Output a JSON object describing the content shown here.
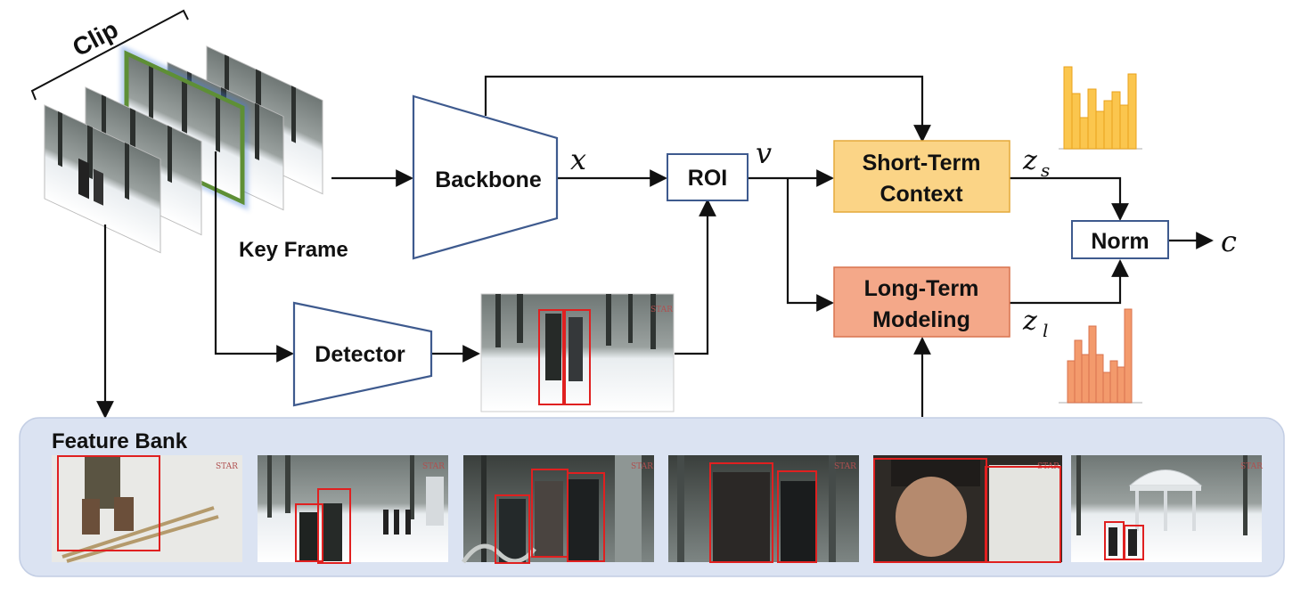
{
  "clip": {
    "label": "Clip",
    "key_frame_label": "Key Frame"
  },
  "modules": {
    "backbone": "Backbone",
    "detector": "Detector",
    "roi": "ROI",
    "short_term": {
      "line1": "Short-Term",
      "line2": "Context"
    },
    "long_term": {
      "line1": "Long-Term",
      "line2": "Modeling"
    },
    "norm": "Norm"
  },
  "symbols": {
    "x": {
      "base": "x"
    },
    "v": {
      "base": "v"
    },
    "zs": {
      "base": "z",
      "sub": "s"
    },
    "zl": {
      "base": "z",
      "sub": "l"
    },
    "c": {
      "base": "c"
    }
  },
  "feature_bank": {
    "label": "Feature Bank"
  },
  "thumbnail_watermark": "STAR",
  "colors": {
    "module_border": "#3e5a8e",
    "short_term_fill": "#fbd486",
    "short_term_border": "#e4a93a",
    "long_term_fill": "#f4a889",
    "long_term_border": "#d8734e",
    "histogram_short": "#fbc64e",
    "histogram_long": "#f39a6c",
    "feature_bank_bg": "#dbe3f2",
    "detection_box": "#e02020",
    "key_frame_border": "#5e8f36"
  }
}
